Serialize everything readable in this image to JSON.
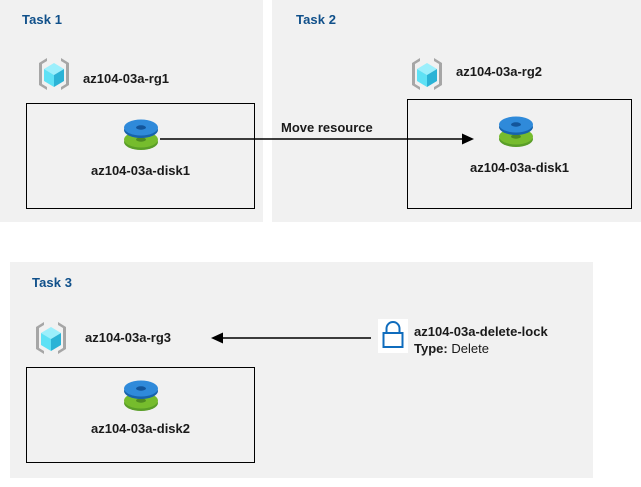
{
  "diagram": {
    "background_color": "#ffffff",
    "panel_color": "#f1f1f1",
    "title_color": "#10508a",
    "line_color": "#000000",
    "lock_color": "#0f6cbd"
  },
  "panels": [
    {
      "id": "task-1",
      "title": "Task 1",
      "resource_group": {
        "icon": "resource-group-icon",
        "label": "az104-03a-rg1"
      },
      "resource": {
        "icon": "managed-disk-icon",
        "label": "az104-03a-disk1"
      }
    },
    {
      "id": "task-2",
      "title": "Task 2",
      "resource_group": {
        "icon": "resource-group-icon",
        "label": "az104-03a-rg2"
      },
      "resource": {
        "icon": "managed-disk-icon",
        "label": "az104-03a-disk1"
      }
    },
    {
      "id": "task-3",
      "title": "Task 3",
      "resource_group": {
        "icon": "resource-group-icon",
        "label": "az104-03a-rg3"
      },
      "resource": {
        "icon": "managed-disk-icon",
        "label": "az104-03a-disk2"
      },
      "lock": {
        "icon": "padlock-icon",
        "label": "az104-03a-delete-lock",
        "type_label": "Type:",
        "type_value": "Delete"
      }
    }
  ],
  "connectors": [
    {
      "id": "move-resource",
      "label": "Move resource",
      "direction": "left-to-right"
    },
    {
      "id": "lock-applies-to-rg3",
      "label": "",
      "direction": "right-to-left"
    }
  ]
}
